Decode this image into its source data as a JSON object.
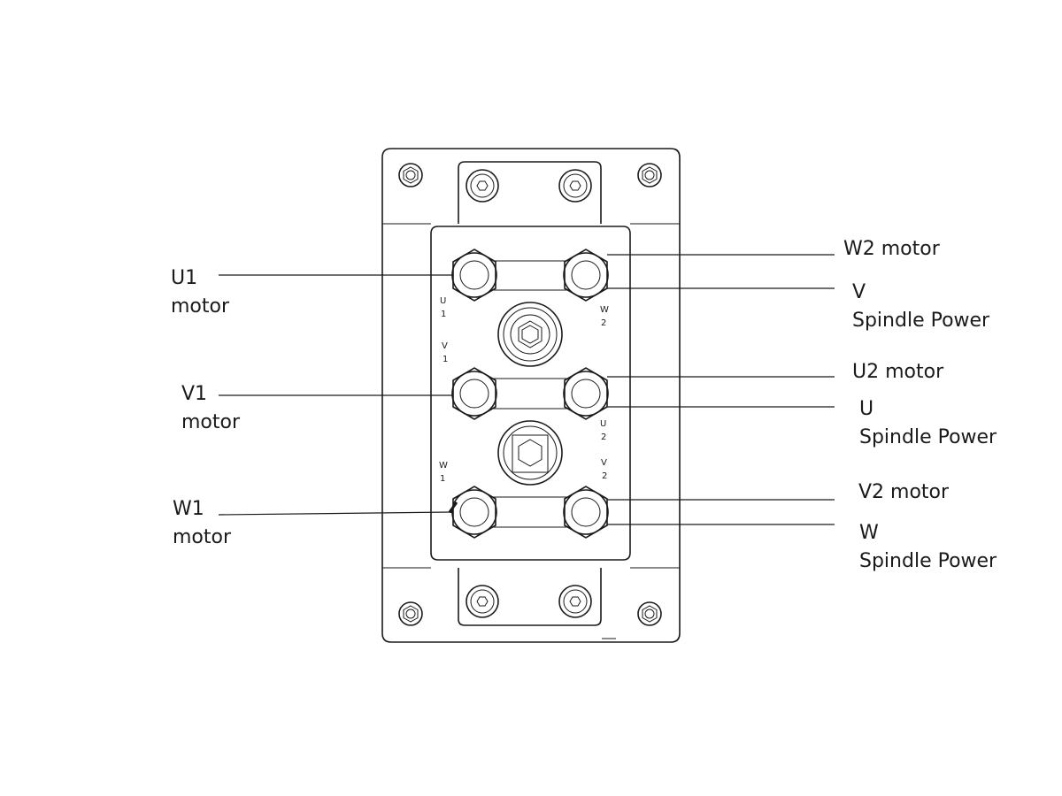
{
  "callouts": {
    "u1": {
      "line1": "U1",
      "line2": "motor"
    },
    "v1": {
      "line1": "V1",
      "line2": "motor"
    },
    "w1": {
      "line1": "W1",
      "line2": "motor"
    },
    "w2": {
      "line1": "W2 motor"
    },
    "v_spindle": {
      "line1": "V",
      "line2": "Spindle Power"
    },
    "u2": {
      "line1": "U2 motor"
    },
    "u_spindle": {
      "line1": "U",
      "line2": "Spindle Power"
    },
    "v2": {
      "line1": "V2 motor"
    },
    "w_spindle": {
      "line1": "W",
      "line2": "Spindle Power"
    }
  },
  "terminal_marks": {
    "u1": {
      "a": "U",
      "b": "1"
    },
    "v1": {
      "a": "V",
      "b": "1"
    },
    "w1": {
      "a": "W",
      "b": "1"
    },
    "w2": {
      "a": "W",
      "b": "2"
    },
    "u2": {
      "a": "U",
      "b": "2"
    },
    "v2": {
      "a": "V",
      "b": "2"
    }
  },
  "icons": {
    "terminal": "hex-nut-terminal-icon",
    "mount_bolt": "mounting-bolt-icon",
    "gland": "cable-gland-icon"
  }
}
